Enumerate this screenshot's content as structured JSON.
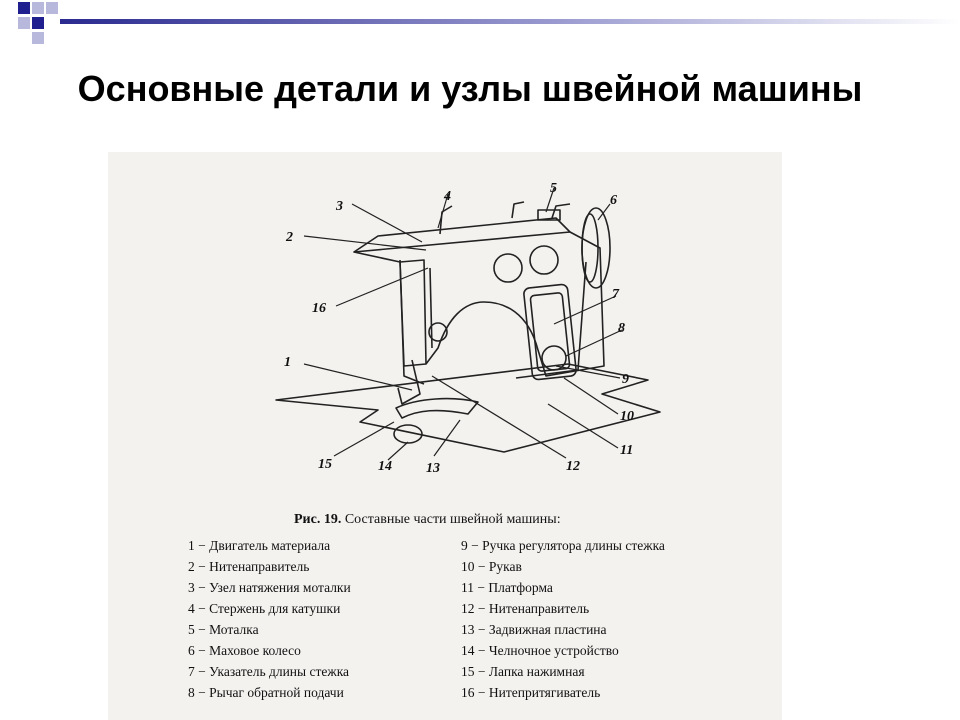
{
  "slide": {
    "title": "Основные детали и узлы швейной машины"
  },
  "figure": {
    "caption_label": "Рис. 19.",
    "caption_text": "Составные части швейной машины:",
    "callouts": [
      "1",
      "2",
      "3",
      "4",
      "5",
      "6",
      "7",
      "8",
      "9",
      "10",
      "11",
      "12",
      "13",
      "14",
      "15",
      "16"
    ]
  },
  "legend": {
    "left": [
      {
        "num": "1",
        "text": "Двигатель материала"
      },
      {
        "num": "2",
        "text": "Нитенаправитель"
      },
      {
        "num": "3",
        "text": "Узел натяжения моталки"
      },
      {
        "num": "4",
        "text": "Стержень для катушки"
      },
      {
        "num": "5",
        "text": "Моталка"
      },
      {
        "num": "6",
        "text": "Маховое колесо"
      },
      {
        "num": "7",
        "text": "Указатель длины стежка"
      },
      {
        "num": "8",
        "text": "Рычаг обратной подачи"
      }
    ],
    "right": [
      {
        "num": "9",
        "text": "Ручка регулятора длины стежка"
      },
      {
        "num": "10",
        "text": "Рукав"
      },
      {
        "num": "11",
        "text": "Платформа"
      },
      {
        "num": "12",
        "text": "Нитенаправитель"
      },
      {
        "num": "13",
        "text": "Задвижная пластина"
      },
      {
        "num": "14",
        "text": "Челночное устройство"
      },
      {
        "num": "15",
        "text": "Лапка нажимная"
      },
      {
        "num": "16",
        "text": "Нитепритягиватель"
      }
    ],
    "separator": "−"
  },
  "colors": {
    "accent_squares": "#1f1f8f",
    "accent_light": "#b8b8dc",
    "ink": "#111111",
    "paper": "#f4f2ef"
  }
}
